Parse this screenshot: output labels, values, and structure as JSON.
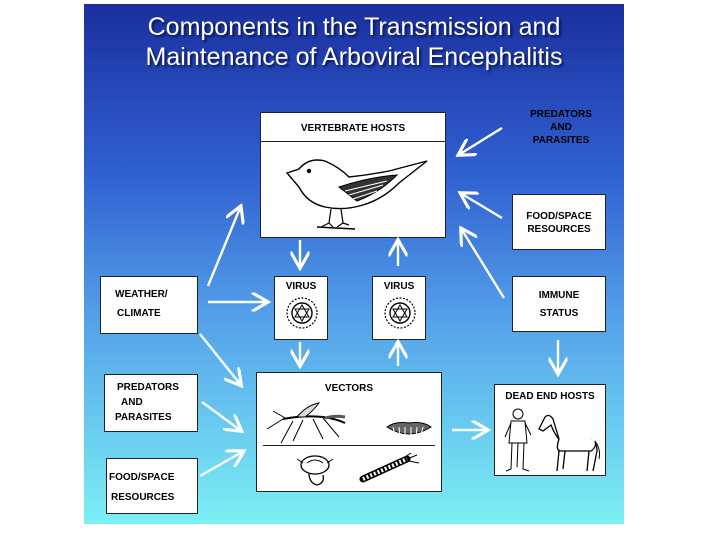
{
  "title": {
    "line1": "Components in the Transmission and",
    "line2": "Maintenance of Arboviral Encephalitis"
  },
  "boxes": {
    "vertebrate_hosts": "VERTEBRATE HOSTS",
    "predators_top": [
      "PREDATORS",
      "AND",
      "PARASITES"
    ],
    "food_space_top": [
      "FOOD/SPACE",
      "RESOURCES"
    ],
    "weather": [
      "WEATHER/",
      "CLIMATE"
    ],
    "virus_left": "VIRUS",
    "virus_right": "VIRUS",
    "immune": [
      "IMMUNE",
      "STATUS"
    ],
    "predators_left": [
      "PREDATORS",
      "AND",
      "PARASITES"
    ],
    "vectors": "VECTORS",
    "dead_end_hosts": "DEAD END HOSTS",
    "food_space_left": [
      "FOOD/SPACE",
      "RESOURCES"
    ]
  },
  "icons": {
    "bird": "bird-illustration",
    "virus": "virus-particle-icon",
    "mosquito": "mosquito-illustration",
    "larva": "larva-illustration",
    "pupa": "pupa-illustration",
    "egg_raft": "egg-raft-illustration",
    "human": "human-figure",
    "horse": "horse-figure"
  }
}
